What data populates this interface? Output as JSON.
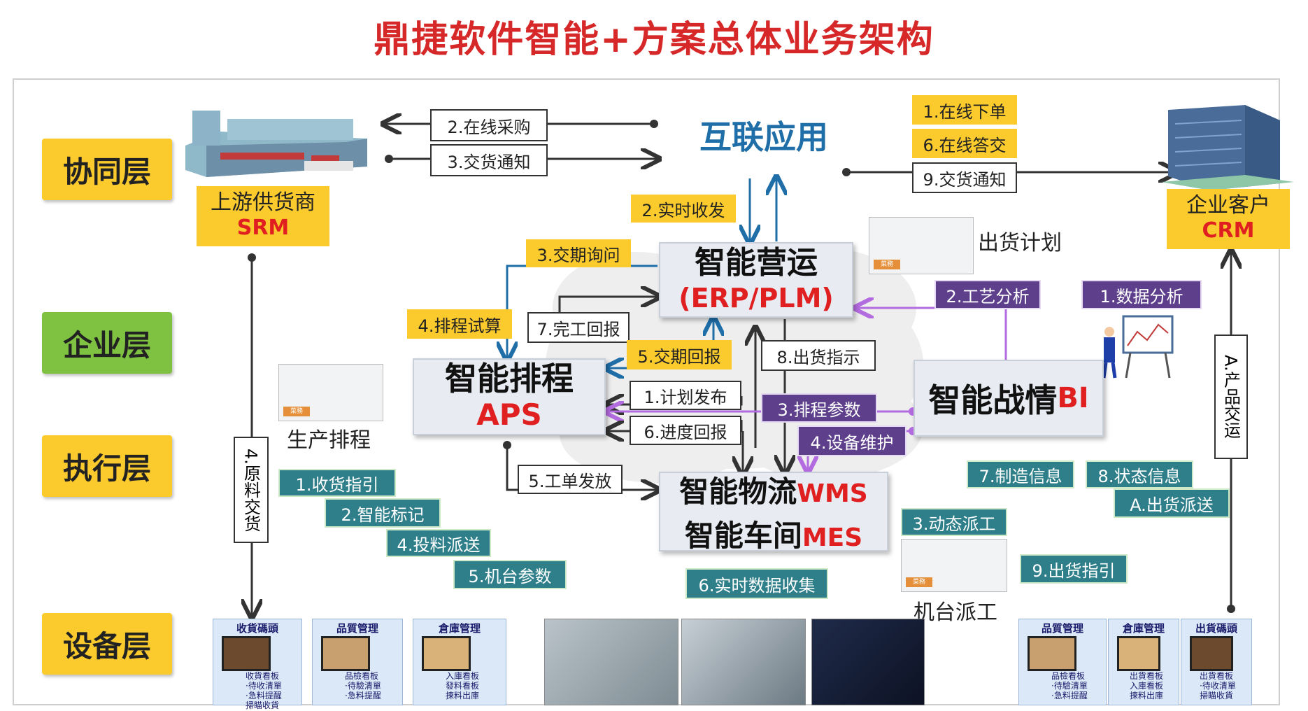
{
  "title": "鼎捷软件智能+方案总体业务架构",
  "layers": [
    "协同层",
    "企业层",
    "执行层",
    "设备层"
  ],
  "parties": {
    "supplier_name": "上游供货商",
    "supplier_system": "SRM",
    "customer_name": "企业客户",
    "customer_system": "CRM"
  },
  "internet_app": "互联应用",
  "nodes": {
    "erp_name": "智能营运",
    "erp_system": "(ERP/PLM)",
    "aps_name": "智能排程",
    "aps_system": "APS",
    "bi_name": "智能战情",
    "bi_system": "BI",
    "wms_name": "智能物流",
    "wms_system": "WMS",
    "mes_name": "智能车间",
    "mes_system": "MES"
  },
  "captions": {
    "shipping_plan": "出货计划",
    "production_schedule": "生产排程",
    "machine_dispatch": "机台派工"
  },
  "labels": {
    "online_purchase": "2.在线采购",
    "delivery_notice_supplier": "3.交货通知",
    "online_order": "1.在线下单",
    "online_reply": "6.在线答交",
    "delivery_notice_customer": "9.交货通知",
    "realtime_receive": "2.实时收发",
    "delivery_inquiry": "3.交期询问",
    "schedule_trial": "4.排程试算",
    "completion_report": "7.完工回报",
    "delivery_reply": "5.交期回报",
    "shipping_instruction": "8.出货指示",
    "plan_release": "1.计划发布",
    "progress_report": "6.进度回报",
    "work_order_release": "5.工单发放",
    "process_analysis": "2.工艺分析",
    "data_analysis": "1.数据分析",
    "schedule_params": "3.排程参数",
    "equipment_maintenance": "4.设备维护",
    "receiving_guide": "1.收货指引",
    "smart_marking": "2.智能标记",
    "feeding_dispatch": "4.投料派送",
    "machine_params": "5.机台参数",
    "realtime_data_collection": "6.实时数据收集",
    "dynamic_dispatch": "3.动态派工",
    "manufacturing_info": "7.制造信息",
    "status_info": "8.状态信息",
    "shipping_dispatch": "A.出货派送",
    "shipping_guide": "9.出货指引"
  },
  "vertical_labels": {
    "material_delivery": "4.原料交货",
    "product_delivery": "A.产品交运"
  },
  "mini_tag": "菜務",
  "boards_left": [
    {
      "title": "收貨碼頭",
      "sub": "收貨看板\n·待收清單\n·急料提醒\n掃瞄收貨"
    },
    {
      "title": "品質管理",
      "sub": "品檢看板\n·待驗清單\n·急料提醒"
    },
    {
      "title": "倉庫管理",
      "sub": "入庫看板\n發料看板\n揀料出庫"
    }
  ],
  "boards_right": [
    {
      "title": "品質管理",
      "sub": "品檢看板\n·待驗清單\n·急料提醒"
    },
    {
      "title": "倉庫管理",
      "sub": "出貨看板\n入庫看板\n揀料出庫"
    },
    {
      "title": "出貨碼頭",
      "sub": "出貨看板\n·待收清單\n掃瞄收貨"
    }
  ],
  "colors": {
    "title": "#d62828",
    "accent_red": "#e02020",
    "label_yellow": "#fbcb2e",
    "label_teal": "#2e7f8a",
    "label_purple": "#5e3f8c",
    "arrow_blue": "#1f6ea8",
    "arrow_purple": "#b36be0"
  }
}
